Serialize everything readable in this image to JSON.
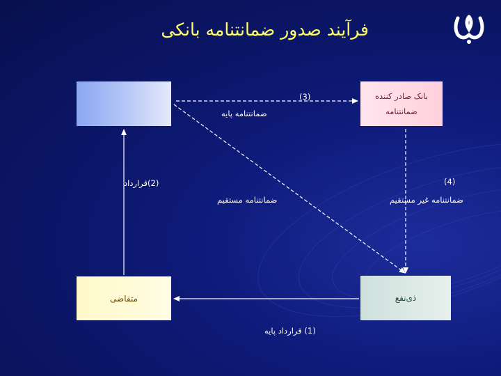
{
  "title": "فرآیند صدور ضمانتنامه بانکی",
  "colors": {
    "background": "#0e1a78",
    "title": "#ffff66",
    "arrow": "#ffffff",
    "top_left_box": "#b9c9f6",
    "issuing_bank_box": "#ffd6e2",
    "applicant_box": "#fffbd6",
    "beneficiary_box": "#dbe9e5"
  },
  "logo": {
    "icon": "bank-logo-icon"
  },
  "boxes": {
    "top_left": "",
    "issuing_bank": {
      "line1": "بانک صادر کننده",
      "line2": "ضمانتنامه"
    },
    "applicant": "متقاضی",
    "beneficiary": "ذی‌نفع"
  },
  "labels": {
    "step3_number": "(3)",
    "step3_text": "ضمانتنامه پایه",
    "step2": "(2)قرارداد",
    "step4_number": "(4)",
    "direct": "ضمانتنامه مستقیم",
    "indirect": "ضمانتنامه غیر مستقیم",
    "step1": "(1) قرارداد پایه"
  }
}
